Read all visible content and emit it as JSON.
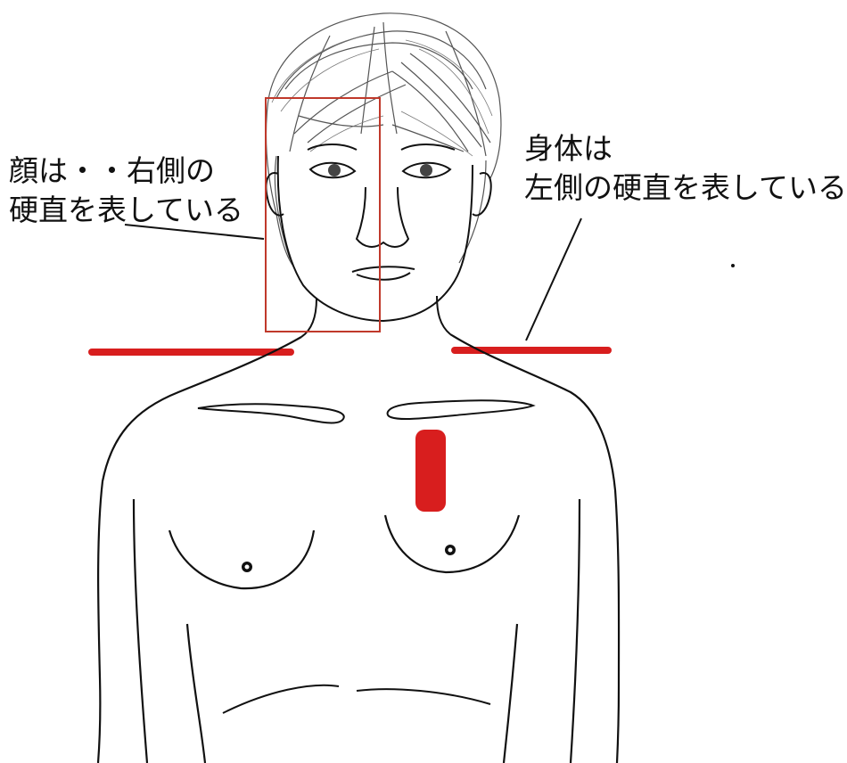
{
  "annotations": {
    "face_note": {
      "line1": "顔は・・右側の",
      "line2": "硬直を表している"
    },
    "body_note": {
      "line1": "身体は",
      "line2": "左側の硬直を表している"
    }
  },
  "colors": {
    "ink": "#111111",
    "highlight": "#d81e1e",
    "face_box": "#c0392b",
    "background": "#ffffff"
  }
}
